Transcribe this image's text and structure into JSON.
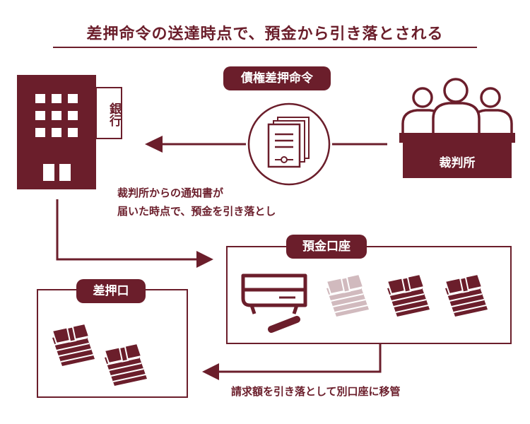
{
  "title": "差押命令の送達時点で、預金から引き落とされる",
  "bank": {
    "label": "銀行"
  },
  "court": {
    "label": "裁判所"
  },
  "order": {
    "label": "債権差押命令"
  },
  "deposit_account": {
    "label": "預金口座"
  },
  "seizure_account": {
    "label": "差押口"
  },
  "caption_notice": {
    "line1": "裁判所からの通知書が",
    "line2": "届いた時点で、預金を引き落とし"
  },
  "caption_transfer": "請求額を引き落として別口座に移管",
  "colors": {
    "accent": "#6b1e2b",
    "faded": "#d8b7bc",
    "background": "#ffffff"
  }
}
